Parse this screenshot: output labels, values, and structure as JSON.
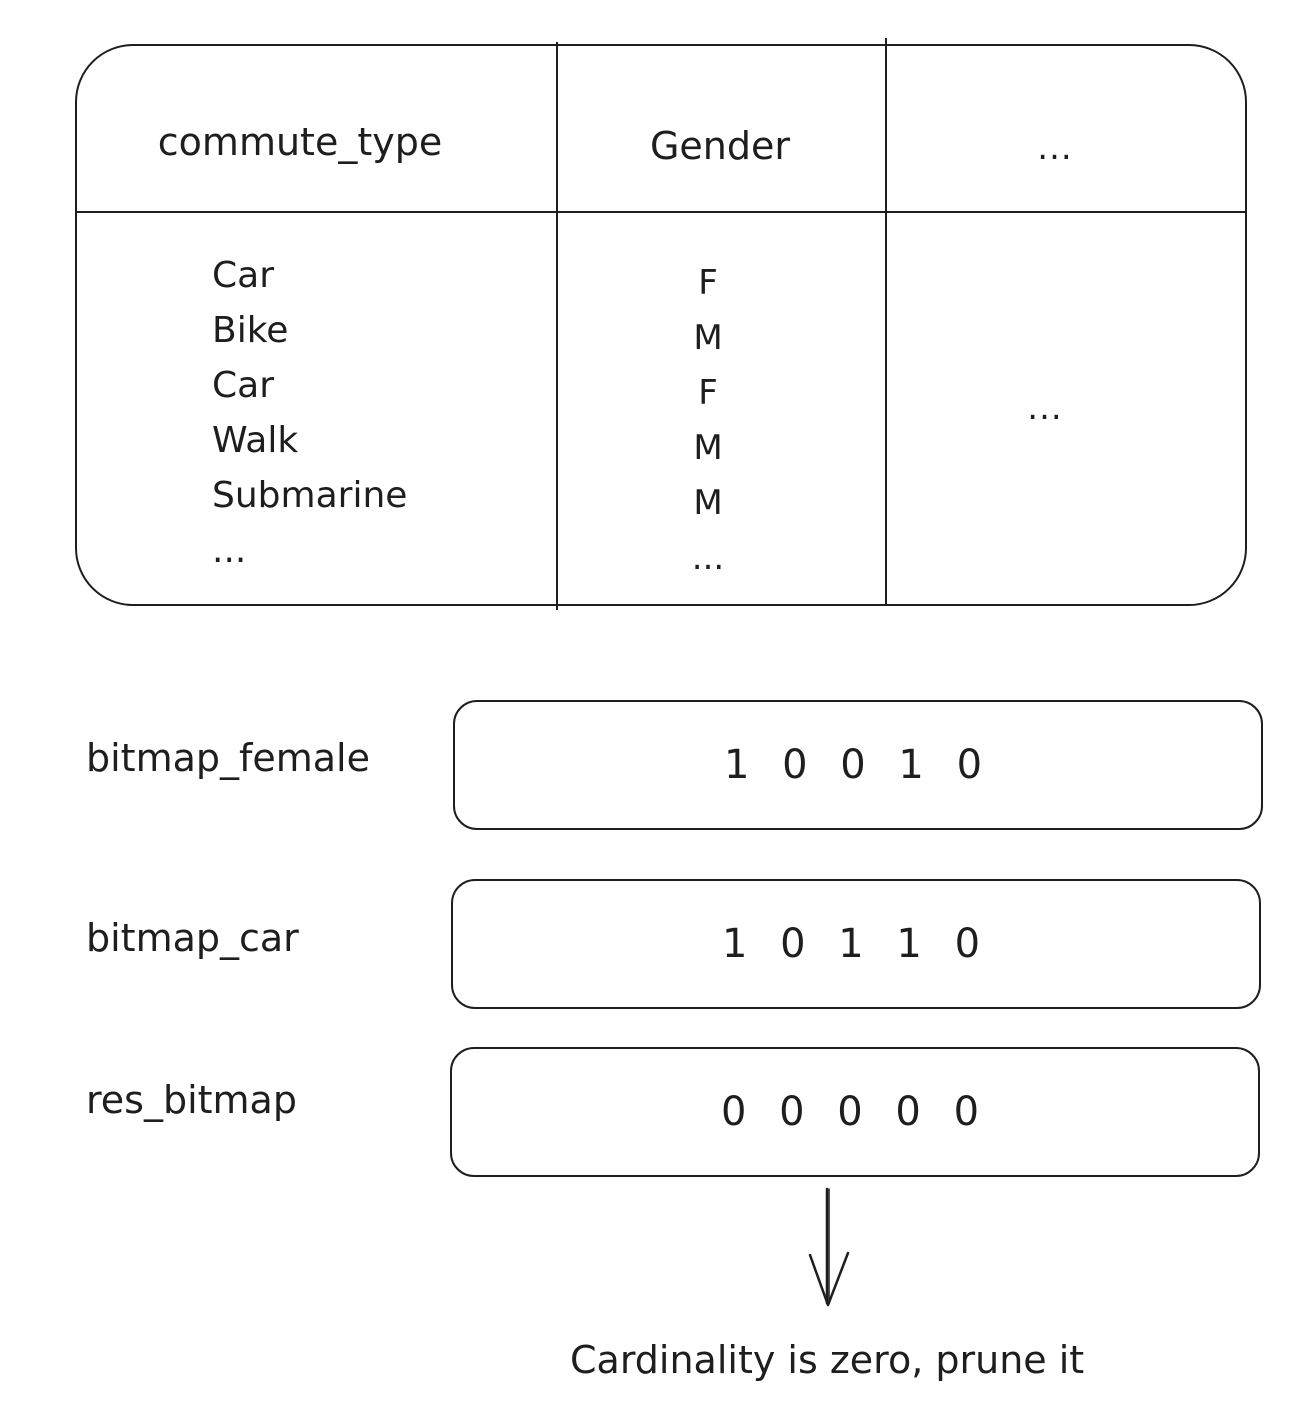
{
  "table": {
    "headers": [
      "commute_type",
      "Gender",
      "..."
    ],
    "commute_type_values": [
      "Car",
      "Bike",
      "Car",
      "Walk",
      "Submarine",
      "..."
    ],
    "gender_values": [
      "F",
      "M",
      "F",
      "M",
      "M",
      "..."
    ],
    "other_column_value": "..."
  },
  "bitmaps": [
    {
      "label": "bitmap_female",
      "value": "1 0 0 1 0"
    },
    {
      "label": "bitmap_car",
      "value": "1 0 1 1 0"
    },
    {
      "label": "res_bitmap",
      "value": "0 0 0 0 0"
    }
  ],
  "caption": "Cardinality is zero, prune it",
  "colors": {
    "stroke": "#1e1e1e",
    "background": "#ffffff"
  }
}
